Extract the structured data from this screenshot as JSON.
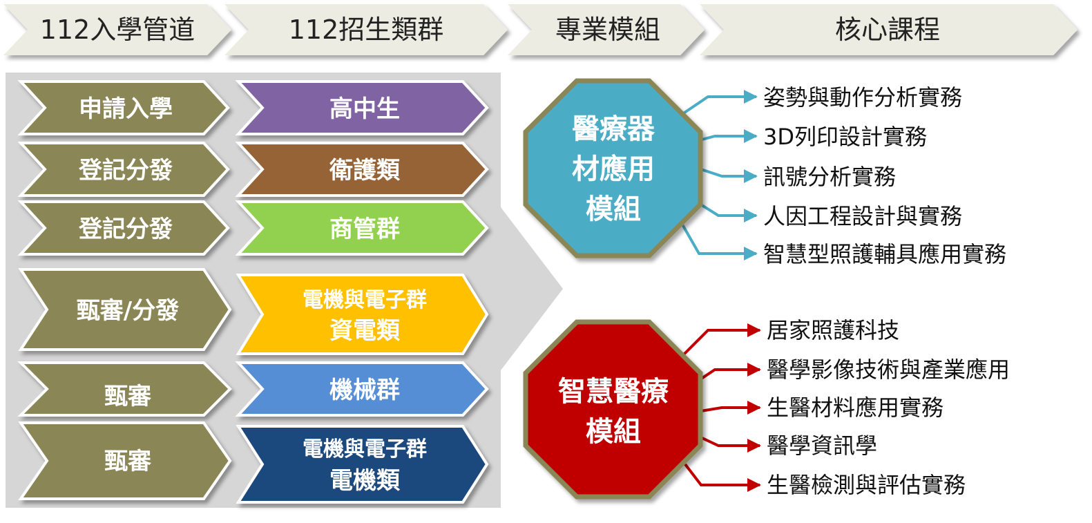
{
  "headers": [
    "112入學管道",
    "112招生類群",
    "專業模組",
    "核心課程"
  ],
  "colors": {
    "header_fill": "#ECECE2",
    "panel_fill": "#D6D6D6",
    "channel_fill": "#8B8657",
    "module_medical": "#4BACC6",
    "module_smart": "#C00000",
    "module_border": "#8B8657",
    "arrow_medical": "#4BACC6",
    "arrow_smart": "#C00000"
  },
  "rows": [
    {
      "channel": "申請入學",
      "group": [
        "高中生"
      ],
      "group_color": "#8064A2"
    },
    {
      "channel": "登記分發",
      "group": [
        "衛護類"
      ],
      "group_color": "#956436"
    },
    {
      "channel": "登記分發",
      "group": [
        "商管群"
      ],
      "group_color": "#92D050"
    },
    {
      "channel": "甄審/分發",
      "group": [
        "電機與電子群",
        "資電類"
      ],
      "group_color": "#FFC000"
    },
    {
      "channel": "甄審",
      "group": [
        "機械群"
      ],
      "group_color": "#558ED5"
    },
    {
      "channel": "甄審",
      "group": [
        "電機與電子群",
        "電機類"
      ],
      "group_color": "#1F497D"
    }
  ],
  "modules": [
    {
      "name_lines": [
        "醫療器",
        "材應用",
        "模組"
      ],
      "courses": [
        "姿勢與動作分析實務",
        "3D列印設計實務",
        "訊號分析實務",
        "人因工程設計與實務",
        "智慧型照護輔具應用實務"
      ]
    },
    {
      "name_lines": [
        "智慧醫療",
        "模組"
      ],
      "courses": [
        "居家照護科技",
        "醫學影像技術與產業應用",
        "生醫材料應用實務",
        "醫學資訊學",
        "生醫檢測與評估實務"
      ]
    }
  ]
}
